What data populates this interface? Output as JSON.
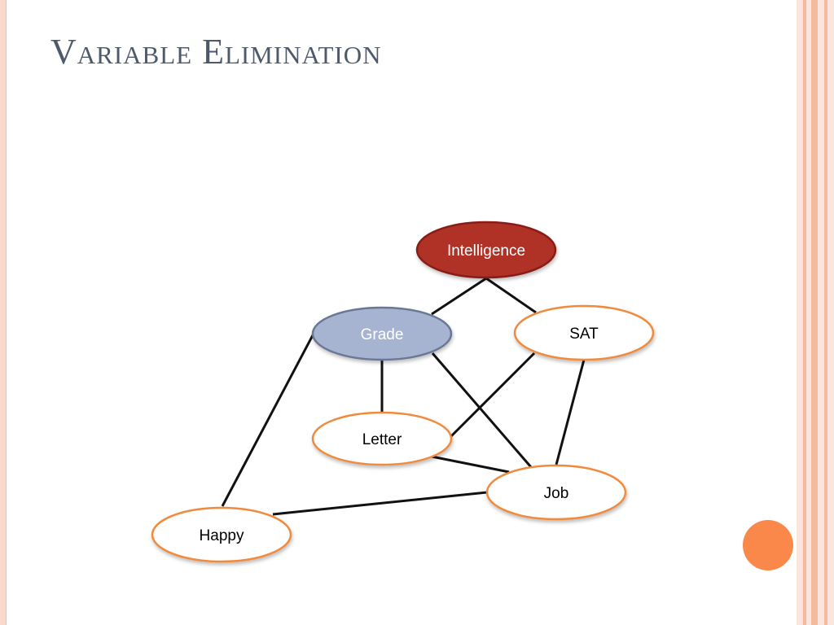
{
  "slide": {
    "title": "Variable Elimination"
  },
  "diagram": {
    "nodes": {
      "intelligence": {
        "label": "Intelligence",
        "fill": "#b03025",
        "stroke": "#8a1f18",
        "text_color": "#ffffff"
      },
      "grade": {
        "label": "Grade",
        "fill": "#a6b3d1",
        "stroke": "#6b7895",
        "text_color": "#ffffff"
      },
      "sat": {
        "label": "SAT",
        "fill": "#ffffff",
        "stroke": "#f08a3c",
        "text_color": "#000000"
      },
      "letter": {
        "label": "Letter",
        "fill": "#ffffff",
        "stroke": "#f08a3c",
        "text_color": "#000000"
      },
      "job": {
        "label": "Job",
        "fill": "#ffffff",
        "stroke": "#f08a3c",
        "text_color": "#000000"
      },
      "happy": {
        "label": "Happy",
        "fill": "#ffffff",
        "stroke": "#f08a3c",
        "text_color": "#000000"
      }
    },
    "edges": [
      {
        "from": "Intelligence",
        "to": "Grade"
      },
      {
        "from": "Intelligence",
        "to": "SAT"
      },
      {
        "from": "Grade",
        "to": "Letter"
      },
      {
        "from": "Grade",
        "to": "Job"
      },
      {
        "from": "Grade",
        "to": "Happy"
      },
      {
        "from": "SAT",
        "to": "Letter"
      },
      {
        "from": "SAT",
        "to": "Job"
      },
      {
        "from": "Letter",
        "to": "Job"
      },
      {
        "from": "Job",
        "to": "Happy"
      }
    ]
  },
  "theme": {
    "accent": "#f9884a",
    "title_color": "#4e5a6b"
  }
}
